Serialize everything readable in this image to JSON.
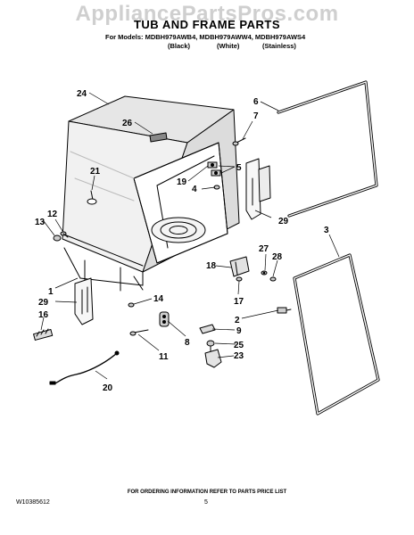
{
  "watermark": "AppliancePartsPros.com",
  "header": {
    "title": "TUB AND FRAME PARTS",
    "models_line": "For Models: MDBH979AWB4, MDBH979AWW4, MDBH979AWS4",
    "variants": [
      "(Black)",
      "(White)",
      "(Stainless)"
    ]
  },
  "callouts": [
    "1",
    "2",
    "3",
    "4",
    "5",
    "6",
    "7",
    "8",
    "9",
    "11",
    "12",
    "13",
    "14",
    "16",
    "17",
    "18",
    "19",
    "20",
    "21",
    "23",
    "24",
    "25",
    "26",
    "27",
    "28",
    "29",
    "29"
  ],
  "footer": {
    "ordering_note": "FOR ORDERING INFORMATION REFER TO PARTS PRICE LIST",
    "document_number": "W10385612",
    "page_number": "5"
  }
}
